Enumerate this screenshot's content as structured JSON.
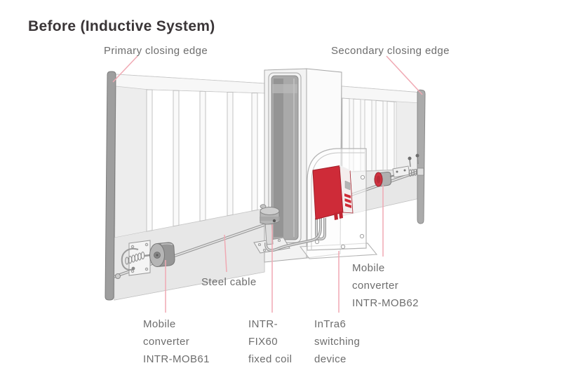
{
  "title": "Before (Inductive System)",
  "labels": {
    "primary_edge": "Primary closing edge",
    "secondary_edge": "Secondary closing edge",
    "steel_cable": "Steel cable",
    "mob61": [
      "Mobile",
      "converter",
      "INTR-MOB61"
    ],
    "fix60": [
      "INTR-",
      "FIX60",
      "fixed coil"
    ],
    "intra6": [
      "InTra6",
      "switching",
      "device"
    ],
    "mob62": [
      "Mobile",
      "converter",
      "INTR-MOB62"
    ]
  },
  "colors": {
    "device_red": "#ce2b38",
    "leader_pink": "#f0a9b3",
    "label_gray": "#6d6d6d",
    "title_gray": "#3a3537",
    "linework_gray": "#9a9a9a"
  }
}
